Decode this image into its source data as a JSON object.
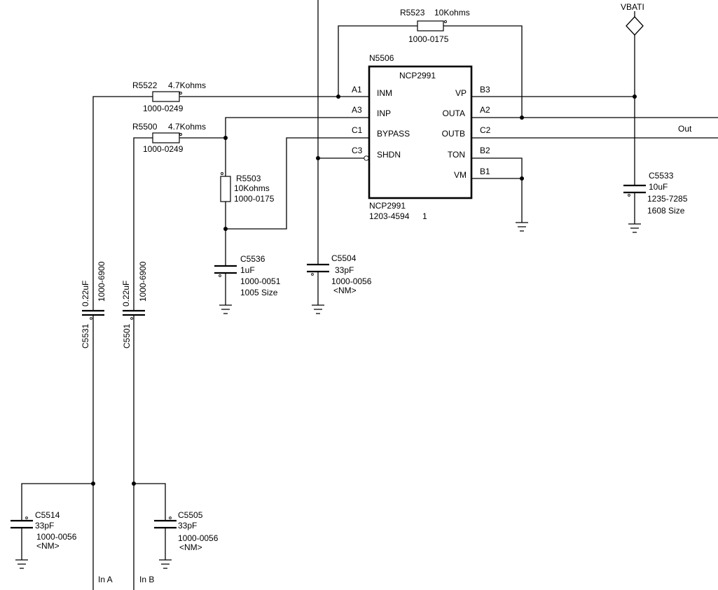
{
  "ic": {
    "ref": "N5506",
    "name": "NCP2991",
    "part_name": "NCP2991",
    "part_number": "1203-4594",
    "qty": "1",
    "pins_left": [
      {
        "pin": "A1",
        "name": "INM"
      },
      {
        "pin": "A3",
        "name": "INP"
      },
      {
        "pin": "C1",
        "name": "BYPASS"
      },
      {
        "pin": "C3",
        "name": "SHDN"
      }
    ],
    "pins_right": [
      {
        "pin": "B3",
        "name": "VP"
      },
      {
        "pin": "A2",
        "name": "OUTA"
      },
      {
        "pin": "C2",
        "name": "OUTB"
      },
      {
        "pin": "B2",
        "name": "TON"
      },
      {
        "pin": "B1",
        "name": "VM"
      }
    ]
  },
  "resistors": {
    "r5523": {
      "ref": "R5523",
      "value": "10Kohms",
      "part": "1000-0175"
    },
    "r5522": {
      "ref": "R5522",
      "value": "4.7Kohms",
      "part": "1000-0249"
    },
    "r5500": {
      "ref": "R5500",
      "value": "4.7Kohms",
      "part": "1000-0249"
    },
    "r5503": {
      "ref": "R5503",
      "value": "10Kohms",
      "part": "1000-0175"
    }
  },
  "capacitors": {
    "c5536": {
      "ref": "C5536",
      "value": "1uF",
      "part": "1000-0051",
      "note": "1005 Size"
    },
    "c5504": {
      "ref": "C5504",
      "value": "33pF",
      "part": "1000-0056",
      "note": "<NM>"
    },
    "c5533": {
      "ref": "C5533",
      "value": "10uF",
      "part": "1235-7285",
      "note": "1608 Size"
    },
    "c5531": {
      "ref": "C5531",
      "value": "0.22uF",
      "part": "1000-6900"
    },
    "c5501": {
      "ref": "C5501",
      "value": "0.22uF",
      "part": "1000-6900"
    },
    "c5514": {
      "ref": "C5514",
      "value": "33pF",
      "part": "1000-0056",
      "note": "<NM>"
    },
    "c5505": {
      "ref": "C5505",
      "value": "33pF",
      "part": "1000-0056",
      "note": "<NM>"
    }
  },
  "nets": {
    "vbat": "VBATI",
    "out": "Out",
    "in_a": "In A",
    "in_b": "In B"
  }
}
